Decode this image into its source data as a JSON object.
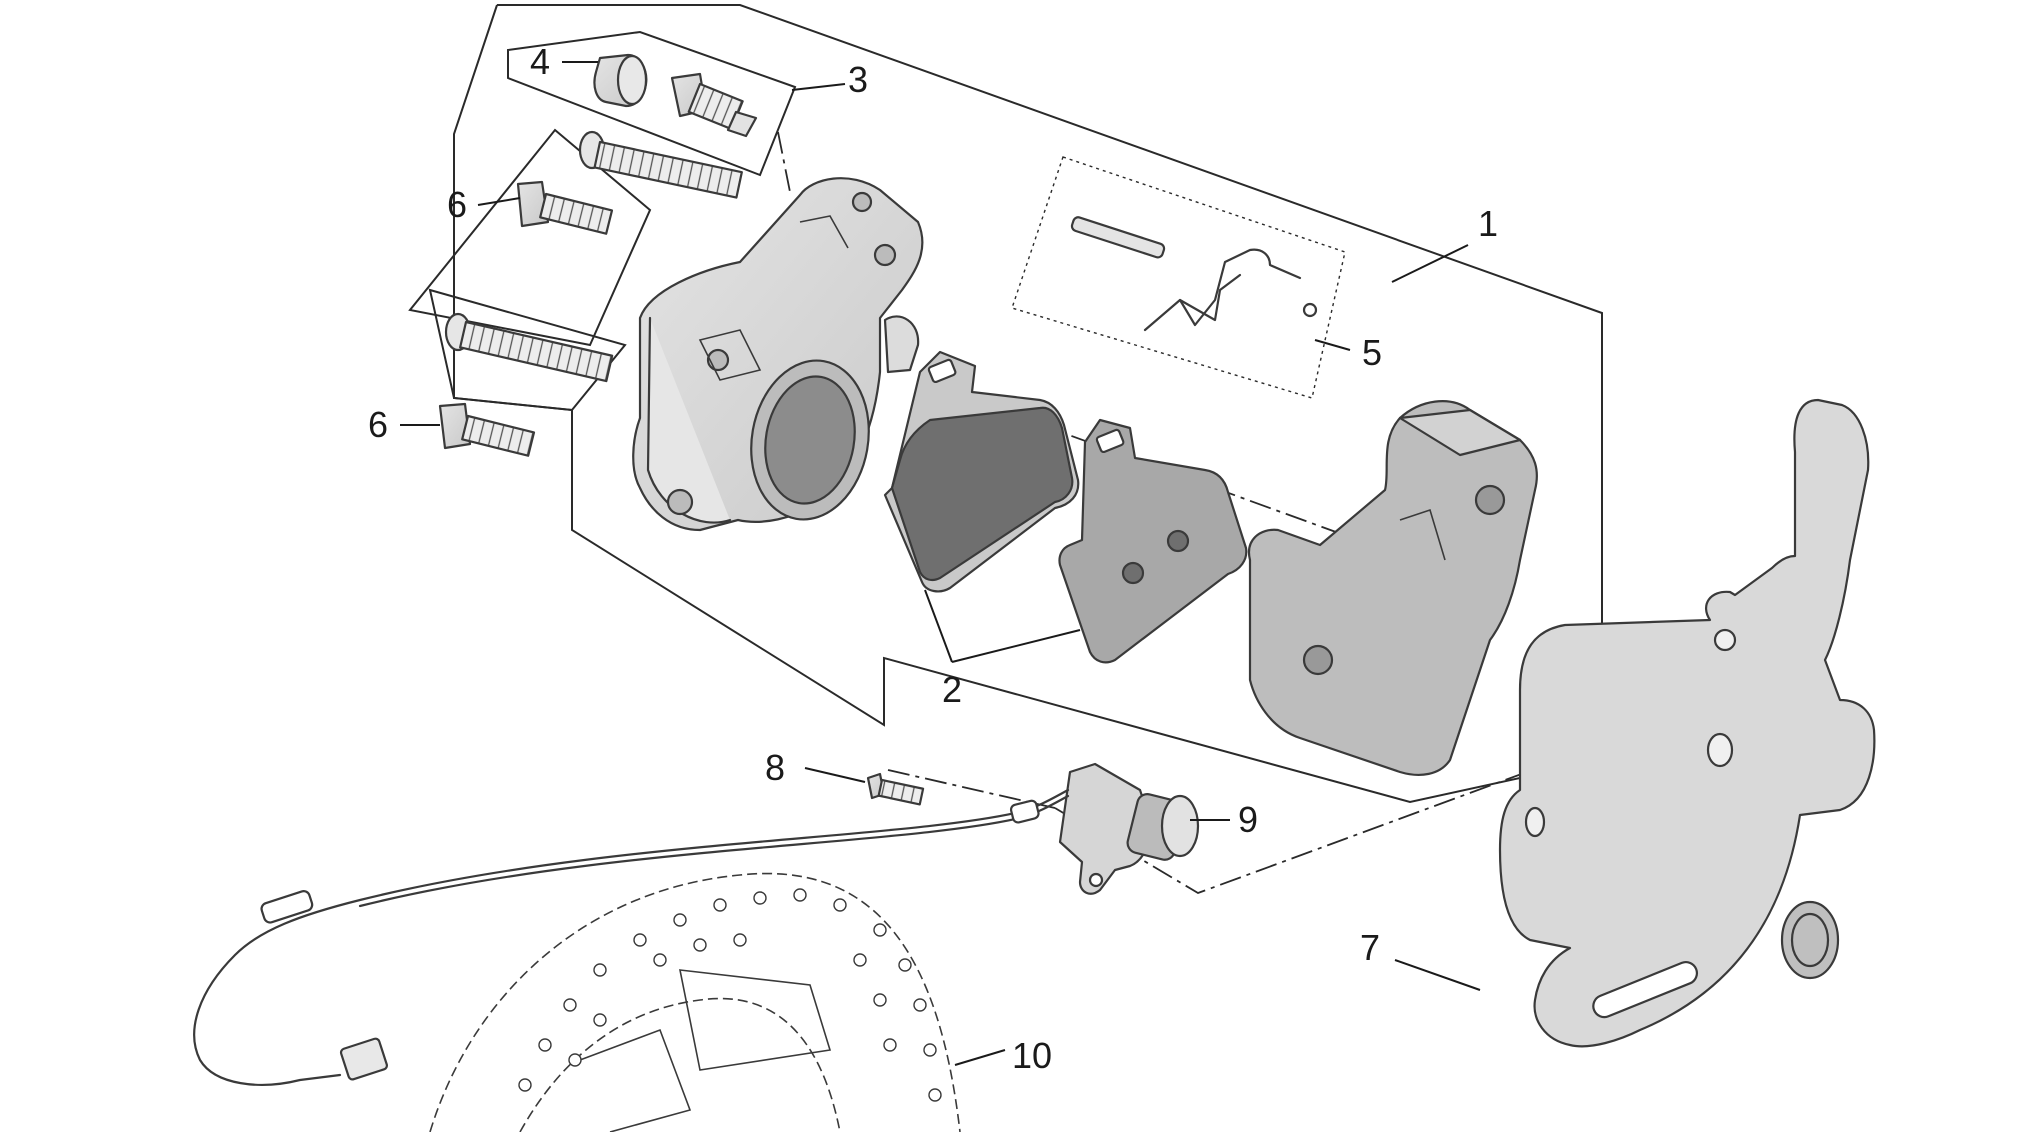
{
  "callouts": {
    "c1": "1",
    "c2": "2",
    "c3": "3",
    "c4": "4",
    "c5": "5",
    "c6a": "6",
    "c6b": "6",
    "c7": "7",
    "c8": "8",
    "c9": "9",
    "c10": "10"
  },
  "colors": {
    "part_fill": "#d9d9d9",
    "pad_dark": "#8a8a8a",
    "pad_light": "#a9a9a9",
    "line": "#2a2a2a"
  }
}
